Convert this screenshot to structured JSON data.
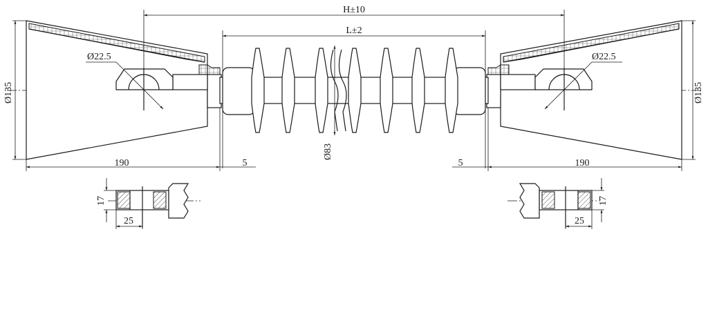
{
  "dimensions": {
    "overall_length": "H±10",
    "insulation_length": "L±2",
    "shed_diameter": "Ø83",
    "left_fitting_diameter": "Ø135",
    "right_fitting_diameter": "Ø135",
    "left_fitting_length": "190",
    "right_fitting_length": "190",
    "left_gap": "5",
    "right_gap": "5",
    "left_hole_diameter": "Ø22.5",
    "right_hole_diameter": "Ø22.5",
    "left_lug_thickness": "17",
    "right_lug_thickness": "17",
    "left_lug_width": "25",
    "right_lug_width": "25"
  }
}
